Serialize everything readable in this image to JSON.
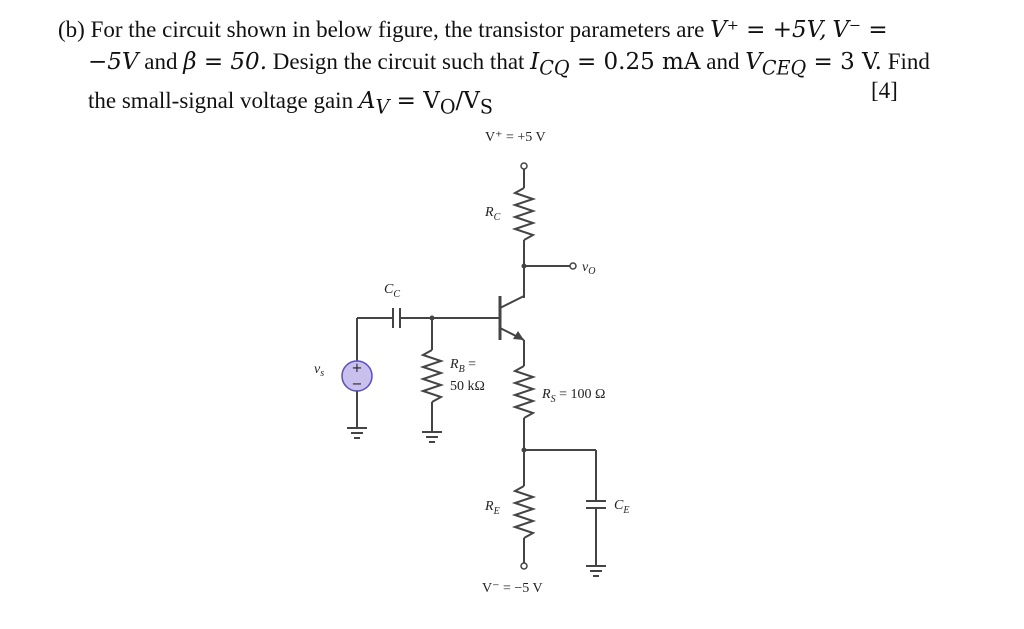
{
  "question": {
    "part": "(b)",
    "line1_text": "For the circuit shown in below figure, the transistor parameters are",
    "vplus_eq": "V⁺ = +5V,",
    "vminus_eq_start": "V⁻ =",
    "line2_vminus_value": "−5V",
    "line2_and_beta": "and",
    "beta_eq": "β = 50.",
    "line2_design": "Design the circuit such that",
    "icq_eq": "I",
    "icq_sub": "CQ",
    "icq_val": "= 0.25 mA",
    "and2": "and",
    "vceq": "V",
    "vceq_sub": "CEQ",
    "vceq_val": "= 3 V.",
    "find": "Find",
    "line3_text": "the small-signal voltage gain",
    "gain_eq": "A",
    "gain_sub": "V",
    "gain_rhs": "= V",
    "gain_rhs_sub": "O",
    "gain_rhs2": "/V",
    "gain_rhs2_sub": "S",
    "marks": "[4]"
  },
  "diagram": {
    "vplus_label": "V⁺ = +5 V",
    "vminus_label": "V⁻ = −5 V",
    "rc_label": "R",
    "rc_sub": "C",
    "vo_label": "v",
    "vo_sub": "O",
    "cc_label": "C",
    "cc_sub": "C",
    "vs_label": "v",
    "vs_sub": "s",
    "rb_label_1": "R",
    "rb_sub": "B",
    "rb_label_eq": " =",
    "rb_value": "50 kΩ",
    "rs_label": "R",
    "rs_sub": "S",
    "rs_value": " = 100 Ω",
    "re_label": "R",
    "re_sub": "E",
    "ce_label": "C",
    "ce_sub": "E",
    "source_plus": "+",
    "source_minus": "−",
    "colors": {
      "source_fill": "#c9c0ee",
      "source_stroke": "#5a4fc4",
      "wire": "#444444"
    }
  }
}
